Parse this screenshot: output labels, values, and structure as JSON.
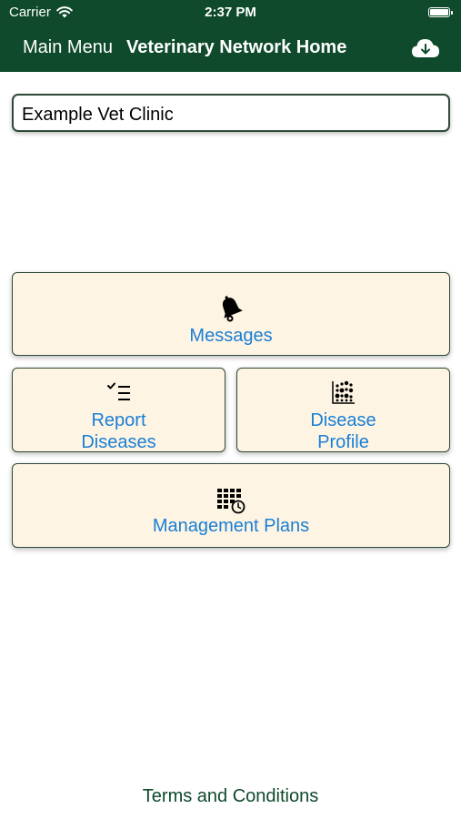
{
  "status": {
    "carrier": "Carrier",
    "time": "2:37 PM"
  },
  "nav": {
    "back_label": "Main Menu",
    "title": "Veterinary Network Home"
  },
  "clinic": {
    "name": "Example Vet Clinic"
  },
  "tiles": {
    "messages": {
      "label": "Messages",
      "icon": "bell-icon"
    },
    "report_diseases": {
      "line1": "Report",
      "line2": "Diseases",
      "icon": "checklist-icon"
    },
    "disease_profile": {
      "line1": "Disease",
      "line2": "Profile",
      "icon": "dot-grid-icon"
    },
    "management_plans": {
      "label": "Management Plans",
      "icon": "calendar-clock-icon"
    }
  },
  "footer": {
    "terms_label": "Terms and Conditions"
  },
  "colors": {
    "header_bg": "#0e4a2b",
    "tile_bg": "#fdf4e3",
    "tile_text": "#1a7fd6",
    "border": "#2e4a38"
  }
}
